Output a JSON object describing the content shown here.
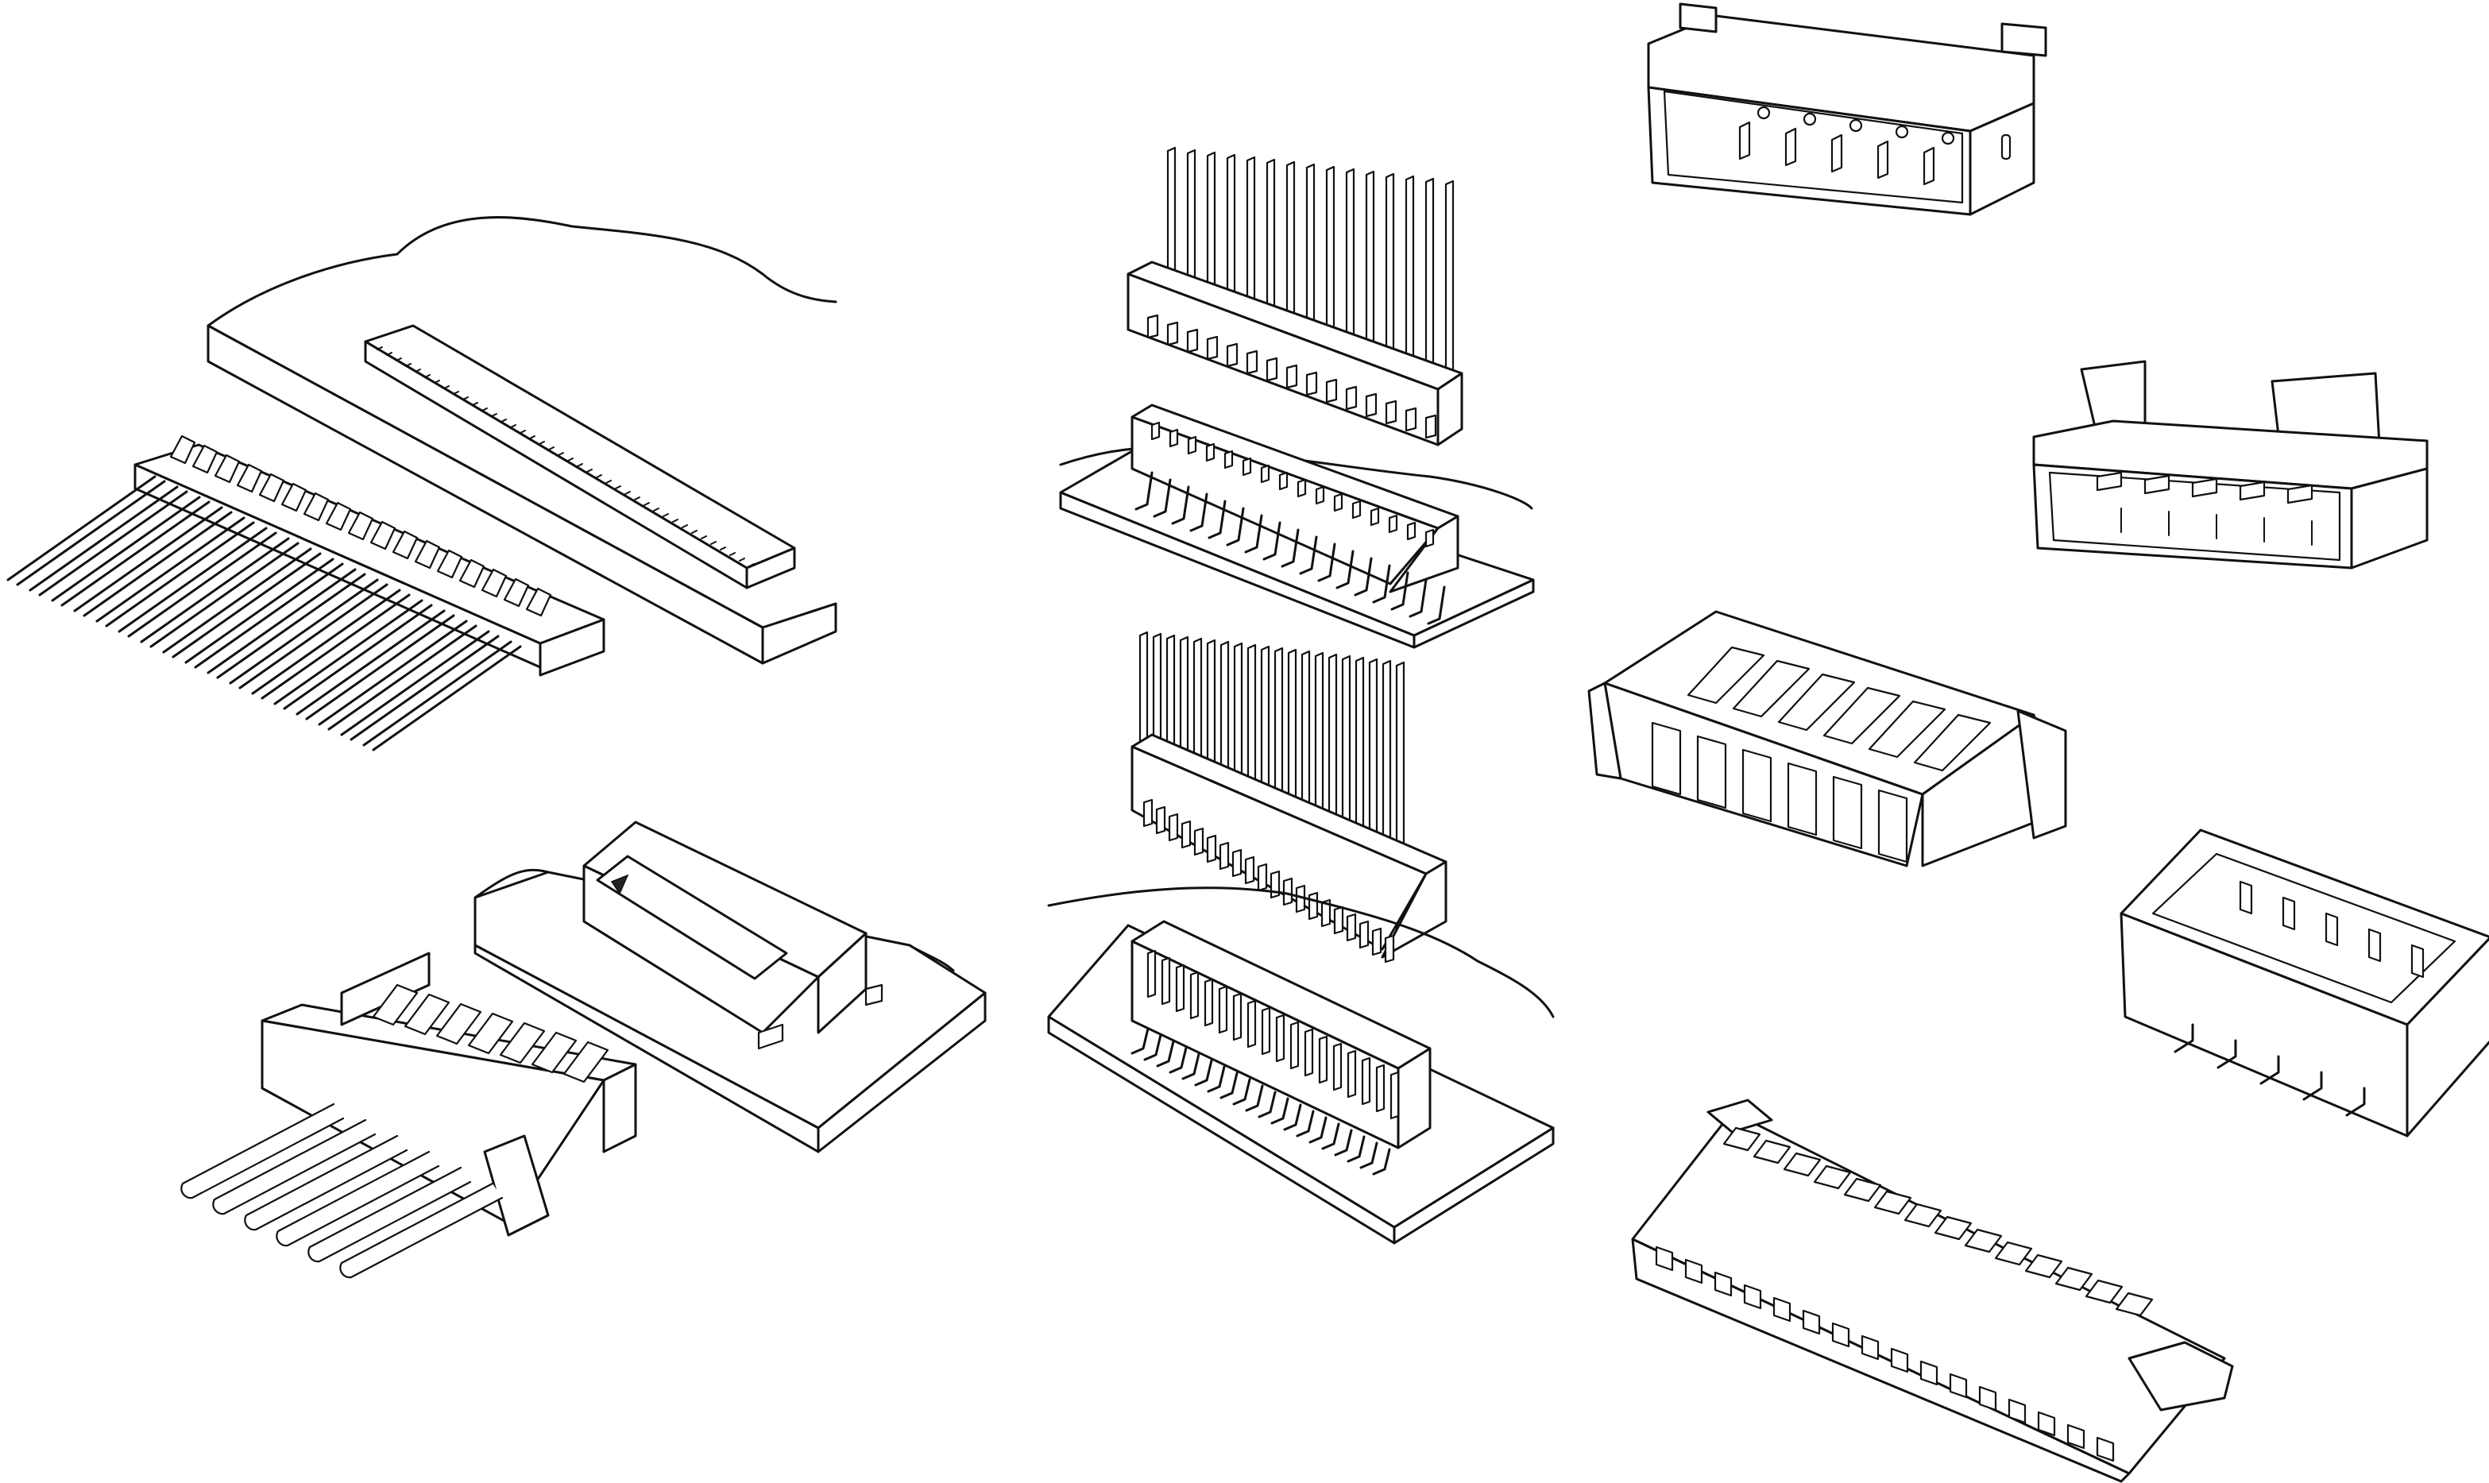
{
  "figure": {
    "background": "#ffffff",
    "stroke_color": "#111111",
    "groups": [
      "board-with-wire-to-board-connector",
      "rectangular-wire-to-board-plug",
      "surface-mount-receptacle-on-board",
      "crimp-housing-with-cables",
      "wire-plug-above-board-header-1",
      "wire-plug-above-board-header-2",
      "shrouded-header-top",
      "shrouded-header-with-latch",
      "latching-crimp-housing",
      "smt-box-header",
      "multi-position-crimp-housing"
    ]
  }
}
